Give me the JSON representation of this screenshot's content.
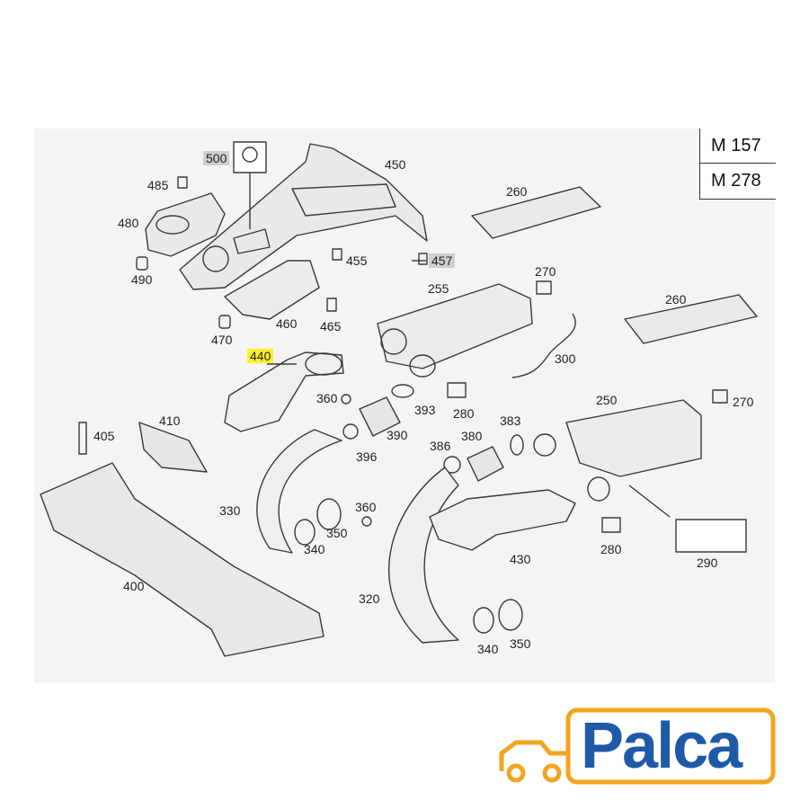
{
  "model_codes": [
    "M 157",
    "M 278"
  ],
  "parts": [
    {
      "key": "p500",
      "label": "500",
      "style": "grey"
    },
    {
      "key": "p450",
      "label": "450",
      "style": "plain"
    },
    {
      "key": "p485",
      "label": "485",
      "style": "plain"
    },
    {
      "key": "p480",
      "label": "480",
      "style": "plain"
    },
    {
      "key": "p490",
      "label": "490",
      "style": "plain"
    },
    {
      "key": "p455",
      "label": "455",
      "style": "plain"
    },
    {
      "key": "p457",
      "label": "457",
      "style": "grey"
    },
    {
      "key": "p460",
      "label": "460",
      "style": "plain"
    },
    {
      "key": "p465",
      "label": "465",
      "style": "plain"
    },
    {
      "key": "p470",
      "label": "470",
      "style": "plain"
    },
    {
      "key": "p440",
      "label": "440",
      "style": "yellow"
    },
    {
      "key": "p260a",
      "label": "260",
      "style": "plain"
    },
    {
      "key": "p260b",
      "label": "260",
      "style": "plain"
    },
    {
      "key": "p270a",
      "label": "270",
      "style": "plain"
    },
    {
      "key": "p270b",
      "label": "270",
      "style": "plain"
    },
    {
      "key": "p255",
      "label": "255",
      "style": "plain"
    },
    {
      "key": "p300",
      "label": "300",
      "style": "plain"
    },
    {
      "key": "p360a",
      "label": "360",
      "style": "plain"
    },
    {
      "key": "p393",
      "label": "393",
      "style": "plain"
    },
    {
      "key": "p280a",
      "label": "280",
      "style": "plain"
    },
    {
      "key": "p250",
      "label": "250",
      "style": "plain"
    },
    {
      "key": "p410",
      "label": "410",
      "style": "plain"
    },
    {
      "key": "p405",
      "label": "405",
      "style": "plain"
    },
    {
      "key": "p390",
      "label": "390",
      "style": "plain"
    },
    {
      "key": "p386",
      "label": "386",
      "style": "plain"
    },
    {
      "key": "p380",
      "label": "380",
      "style": "plain"
    },
    {
      "key": "p383",
      "label": "383",
      "style": "plain"
    },
    {
      "key": "p396",
      "label": "396",
      "style": "plain"
    },
    {
      "key": "p330",
      "label": "330",
      "style": "plain"
    },
    {
      "key": "p360b",
      "label": "360",
      "style": "plain"
    },
    {
      "key": "p340a",
      "label": "340",
      "style": "plain"
    },
    {
      "key": "p350a",
      "label": "350",
      "style": "plain"
    },
    {
      "key": "p280b",
      "label": "280",
      "style": "plain"
    },
    {
      "key": "p290",
      "label": "290",
      "style": "plain"
    },
    {
      "key": "p430",
      "label": "430",
      "style": "plain"
    },
    {
      "key": "p400",
      "label": "400",
      "style": "plain"
    },
    {
      "key": "p320",
      "label": "320",
      "style": "plain"
    },
    {
      "key": "p340b",
      "label": "340",
      "style": "plain"
    },
    {
      "key": "p350b",
      "label": "350",
      "style": "plain"
    }
  ],
  "logo": {
    "text": "Palca",
    "text_color": "#1f5aa8",
    "accent_color": "#f2a51e"
  },
  "colors": {
    "panel": "#f4f4f4",
    "line": "#333333",
    "highlight_yellow": "#ffee2b",
    "highlight_grey": "#cfcfcf"
  }
}
